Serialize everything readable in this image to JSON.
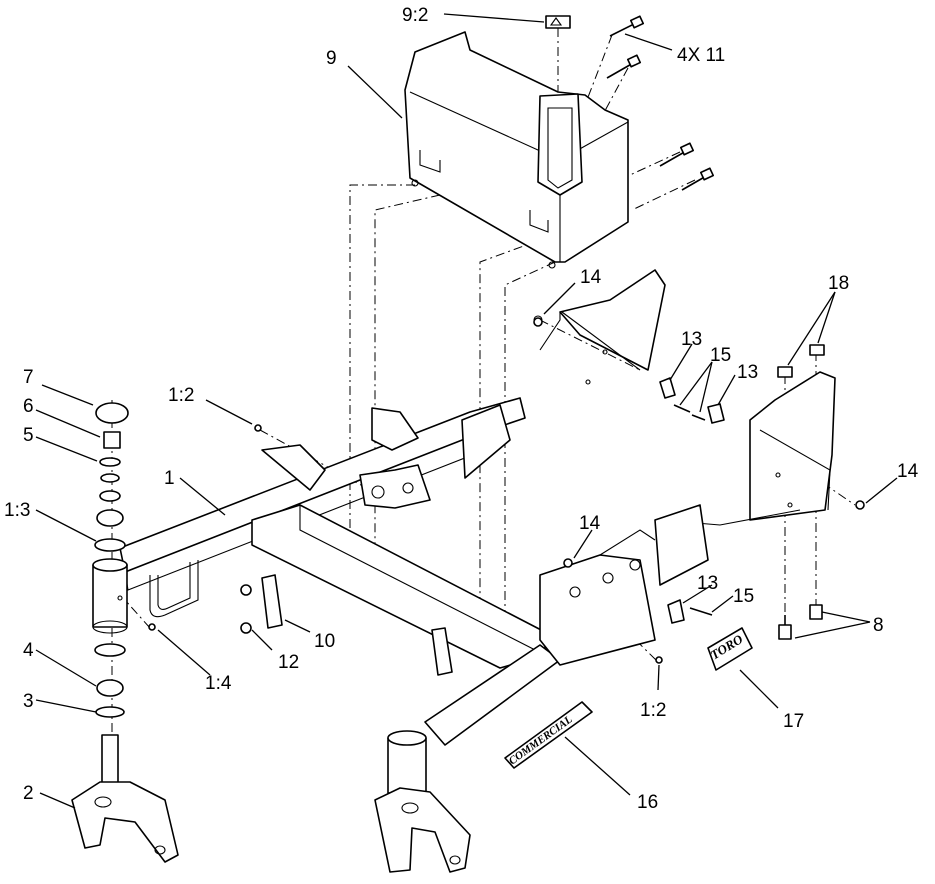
{
  "callouts": {
    "c9_2": "9:2",
    "c9": "9",
    "c4x11": "4X 11",
    "c14a": "14",
    "c18": "18",
    "c7": "7",
    "c6": "6",
    "c5": "5",
    "c1_2a": "1:2",
    "c13a": "13",
    "c15a": "15",
    "c13b": "13",
    "c1": "1",
    "c14b": "14",
    "c1_3": "1:3",
    "c14c": "14",
    "c13c": "13",
    "c15b": "15",
    "c8": "8",
    "c10": "10",
    "c12": "12",
    "c4": "4",
    "c1_4": "1:4",
    "c3": "3",
    "c1_2b": "1:2",
    "c17": "17",
    "c2": "2",
    "c16": "16"
  },
  "decals": {
    "toro": "TORO",
    "commercial": "COMMERCIAL"
  }
}
